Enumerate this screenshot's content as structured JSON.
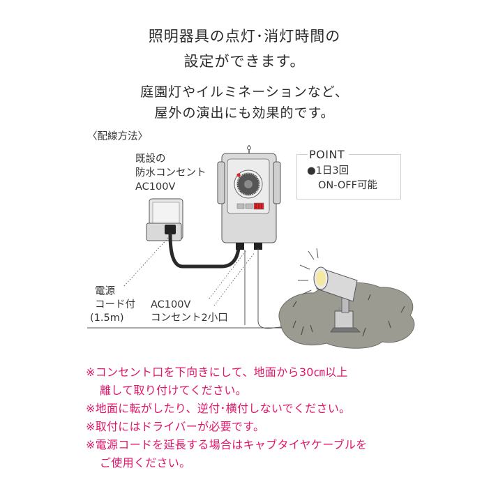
{
  "heading": {
    "line1": "照明器具の点灯･消灯時間の",
    "line2": "設定ができます。",
    "line3": "庭園灯やイルミネーションなど、",
    "line4": "屋外の演出にも効果的です。"
  },
  "wiring_title": "〈配線方法〉",
  "labels": {
    "outlet_line1": "既設の",
    "outlet_line2": "防水コンセント",
    "outlet_line3": "AC100V",
    "cord_line1": "電源",
    "cord_line2": "コード付",
    "cord_line3": "(1.5m)",
    "socket_line1": "AC100V",
    "socket_line2": "コンセント2小口"
  },
  "point": {
    "title": "POINT",
    "line1": "●1日3回",
    "line2": "ON-OFF可能"
  },
  "notes": [
    "※コンセント口を下向きにして、地面から30㎝以上",
    "離して取り付けてください。",
    "※地面に転がしたり、逆付･横付しないでください。",
    "※取付にはドライバーが必要です。",
    "※電源コードを延長する場合はキャブタイヤケーブルを",
    "ご使用ください。"
  ],
  "colors": {
    "note_text": "#e0166a",
    "timer_red": "#d7262e",
    "body_gray": "#d8d8d8",
    "cord_dark": "#2a2a2a",
    "ground": "#8a8a80"
  }
}
